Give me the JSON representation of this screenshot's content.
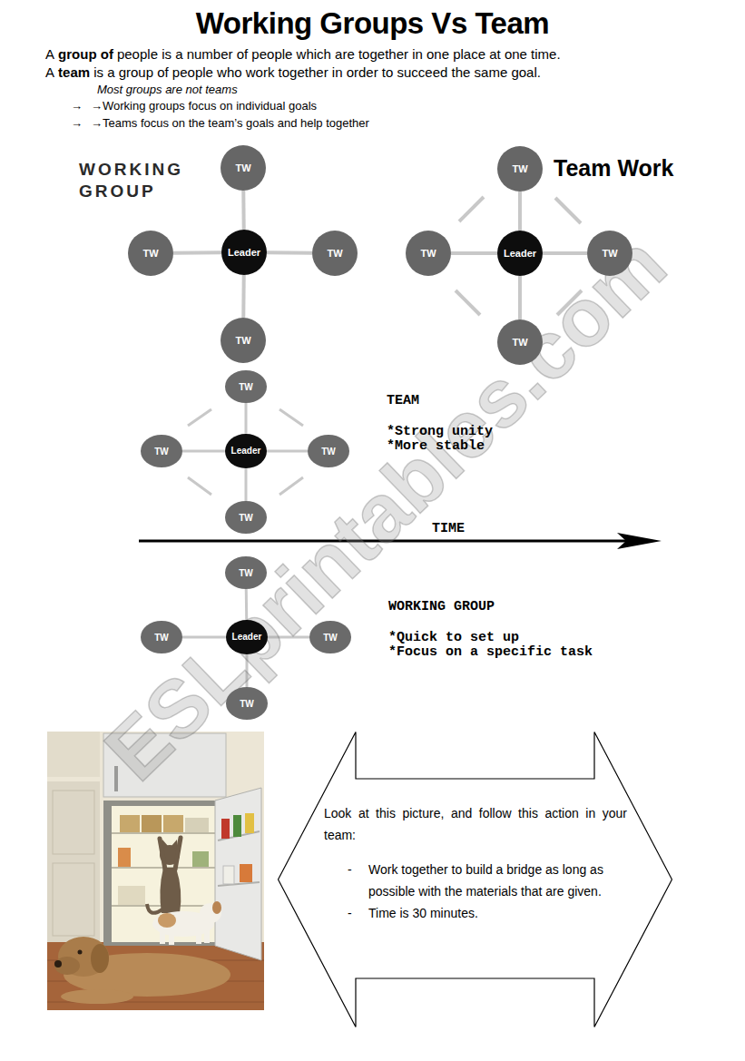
{
  "diagram": {
    "title": "Working Groups Vs Team",
    "nodes": [
      {
        "text": [
          "Leader"
        ]
      },
      {
        "text": [
          "TW"
        ]
      },
      {
        "text": [
          "TW"
        ]
      },
      {
        "text": [
          "TW"
        ]
      },
      {
        "text": [
          "TW"
        ]
      },
      {
        "text": [
          "Leader"
        ]
      },
      {
        "text": [
          "TW"
        ]
      },
      {
        "text": [
          "TW"
        ]
      },
      {
        "text": [
          "TW"
        ]
      },
      {
        "text": [
          "TW"
        ]
      },
      {
        "text": [
          "Leader"
        ]
      },
      {
        "text": [
          "TW"
        ]
      },
      {
        "text": [
          "TW"
        ]
      },
      {
        "text": [
          "TW"
        ]
      },
      {
        "text": [
          "TW"
        ]
      },
      {
        "text": [
          "Leader"
        ]
      },
      {
        "text": [
          "TW"
        ]
      },
      {
        "text": [
          "TW"
        ]
      },
      {
        "text": [
          "TW"
        ]
      },
      {
        "text": [
          "TW"
        ]
      },
      {
        "text": [
          "Look at this picture, and follow this action in your team:",
          "-",
          "Work together to build a bridge as long as possible with the materials that are given.",
          "-",
          "Time is 30 minutes."
        ]
      }
    ],
    "edges": [
      {
        "from": 0,
        "to": 1,
        "arrow": "none"
      },
      {
        "from": 0,
        "to": 2,
        "arrow": "none"
      },
      {
        "from": 0,
        "to": 3,
        "arrow": "none"
      },
      {
        "from": 0,
        "to": 4,
        "arrow": "none"
      },
      {
        "from": 5,
        "to": 6,
        "arrow": "none"
      },
      {
        "from": 5,
        "to": 7,
        "arrow": "none"
      },
      {
        "from": 5,
        "to": 8,
        "arrow": "none"
      },
      {
        "from": 5,
        "to": 9,
        "arrow": "none"
      },
      {
        "from": 10,
        "to": 11,
        "arrow": "none"
      },
      {
        "from": 10,
        "to": 12,
        "arrow": "none"
      },
      {
        "from": 10,
        "to": 13,
        "arrow": "none"
      },
      {
        "from": 10,
        "to": 14,
        "arrow": "none"
      },
      {
        "from": 15,
        "to": 16,
        "arrow": "none"
      },
      {
        "from": 15,
        "to": 17,
        "arrow": "none"
      },
      {
        "from": 15,
        "to": 18,
        "arrow": "none"
      },
      {
        "from": 15,
        "to": 19,
        "arrow": "none"
      }
    ],
    "labels": [
      "A",
      "group of",
      "people is a number of people which are together in one place at one time.",
      "A",
      "team",
      "is a group of people who work together in order to succeed the same goal.",
      "Most groups are not teams",
      "→",
      "→Working groups focus on individual goals",
      "→",
      "→Teams focus on the team’s goals and help together",
      "WORKING GROUP",
      "Team Work",
      "TEAM",
      "*Strong unity",
      "*More stable",
      "TIME",
      "WORKING GROUP",
      "*Quick to set up",
      "*Focus on a specific task",
      "ESLprintables.com"
    ]
  }
}
